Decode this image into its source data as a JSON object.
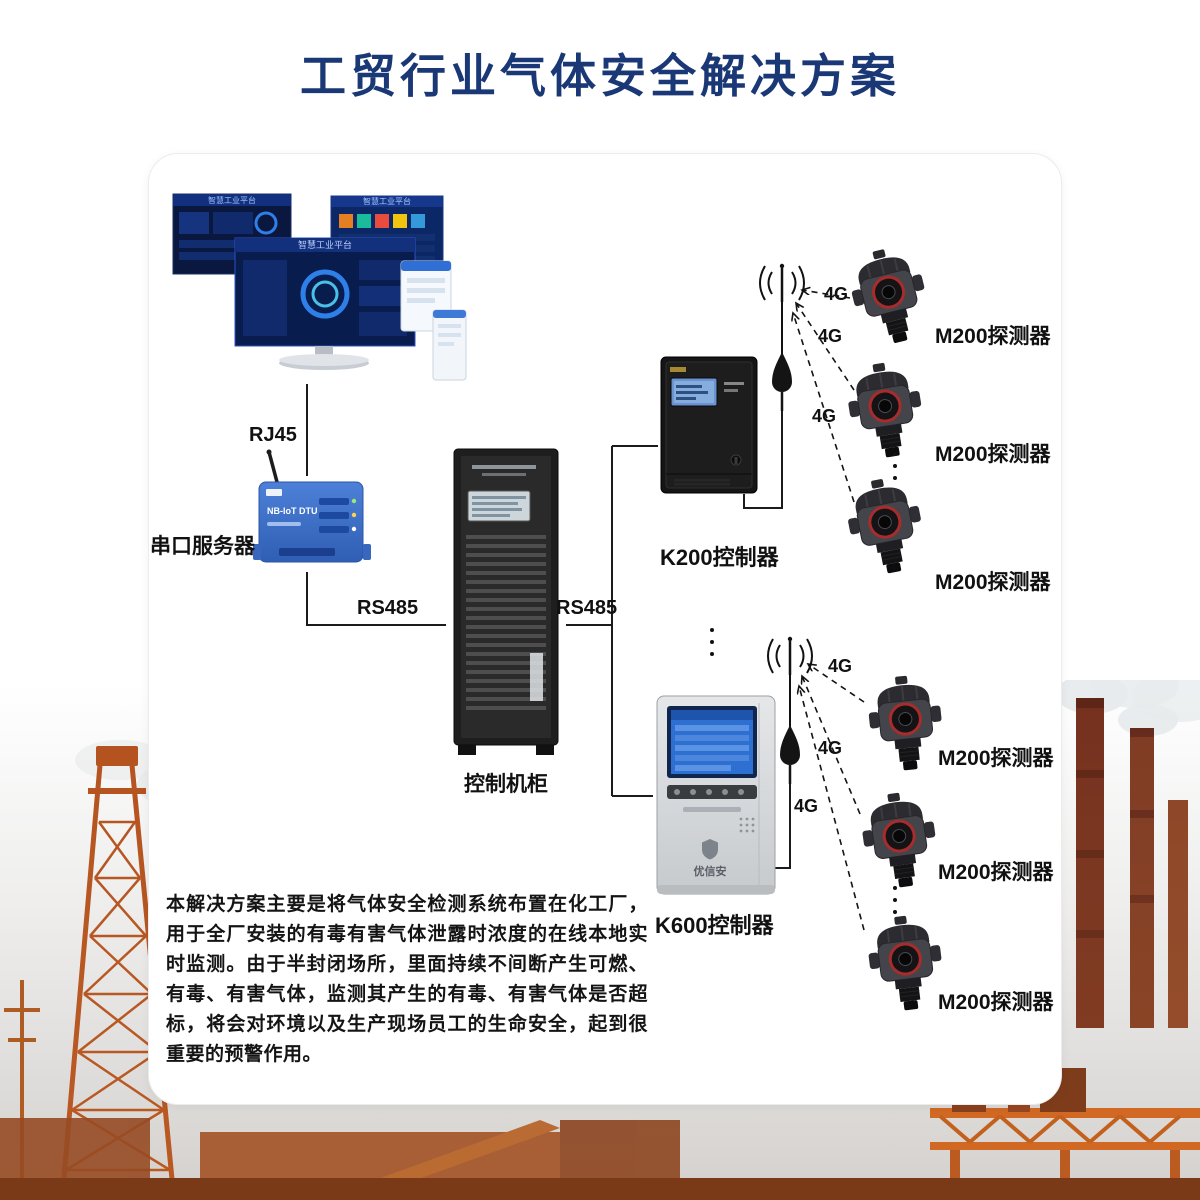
{
  "title": "工贸行业气体安全解决方案",
  "monitors": {
    "screen_title": "智慧工业平台"
  },
  "serial_server": {
    "label": "串口服务器",
    "device_model": "NB-IoT DTU"
  },
  "cabinet": {
    "label": "控制机柜"
  },
  "controllers": {
    "k200": {
      "label": "K200控制器"
    },
    "k600": {
      "label": "K600控制器",
      "brand": "优信安"
    }
  },
  "links": {
    "rj45": "RJ45",
    "rs485_left": "RS485",
    "rs485_right": "RS485",
    "g4": [
      "4G",
      "4G",
      "4G",
      "4G",
      "4G",
      "4G"
    ]
  },
  "detector_labels": [
    "M200探测器",
    "M200探测器",
    "M200探测器",
    "M200探测器",
    "M200探测器",
    "M200探测器"
  ],
  "description": "本解决方案主要是将气体安全检测系统布置在化工厂，用于全厂安装的有毒有害气体泄露时浓度的在线本地实时监测。由于半封闭场所，里面持续不间断产生可燃、有毒、有害气体，监测其产生的有毒、有害气体是否超标，将会对环境以及生产现场员工的生命安全，起到很重要的预警作用。",
  "colors": {
    "title_blue": "#1b3876",
    "device_blue": "#3a6dc8",
    "screen_blue": "#2e6fd2",
    "rust_orange": "#b3511d"
  }
}
